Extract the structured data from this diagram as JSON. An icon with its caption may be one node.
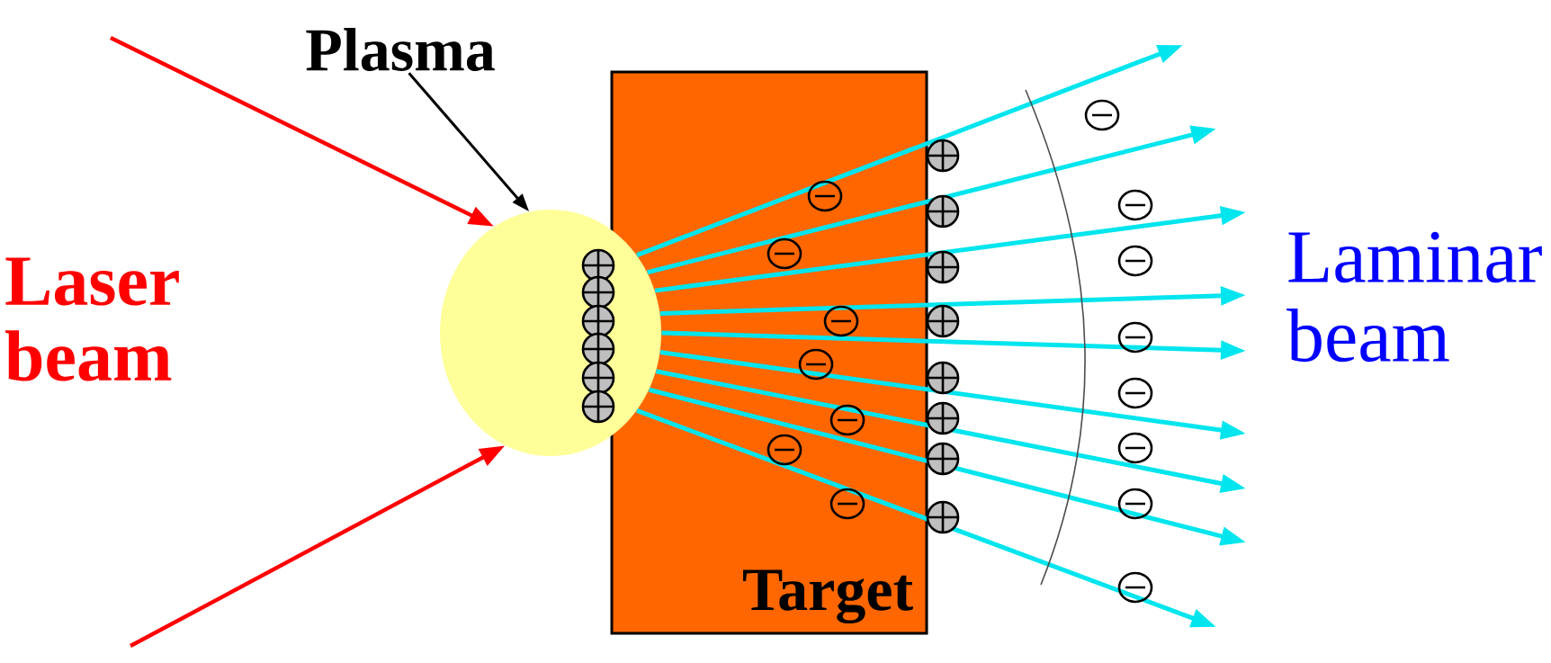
{
  "diagram": {
    "nodes": [
      {
        "text": [
          "Plasma"
        ]
      },
      {
        "text": [],
        "shape": "ellipse"
      },
      {
        "text": [
          "Target"
        ]
      }
    ],
    "edges": [
      {
        "from": 0,
        "to": 1,
        "arrow": "to",
        "color": "#000000"
      },
      {
        "from": null,
        "to": 1,
        "arrow": "to",
        "color": "#ff0000"
      },
      {
        "from": null,
        "to": 1,
        "arrow": "to",
        "color": "#ff0000"
      },
      {
        "from": 1,
        "to": null,
        "arrow": "to"
      },
      {
        "from": 1,
        "to": null,
        "arrow": "to"
      },
      {
        "from": 1,
        "to": null,
        "arrow": "to"
      },
      {
        "from": 1,
        "to": null,
        "arrow": "to"
      },
      {
        "from": 1,
        "to": null,
        "arrow": "to"
      },
      {
        "from": 1,
        "to": null,
        "arrow": "to"
      },
      {
        "from": 1,
        "to": null,
        "arrow": "to"
      },
      {
        "from": 1,
        "to": null,
        "arrow": "to"
      },
      {
        "from": 1,
        "to": null,
        "arrow": "to"
      }
    ],
    "labels": [
      "Laser beam",
      "Laminar beam"
    ]
  }
}
